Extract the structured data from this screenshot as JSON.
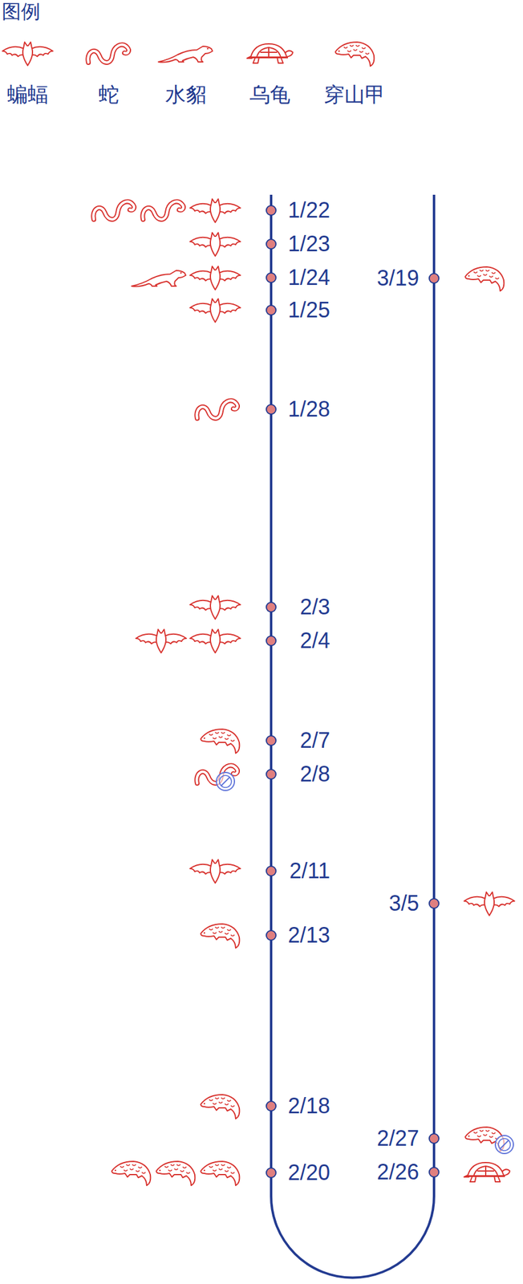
{
  "diagram": {
    "labels": [
      "图例",
      "1/22",
      "1/23",
      "1/24",
      "3/19",
      "1/25",
      "1/28",
      "2/3",
      "2/4",
      "2/7",
      "2/8",
      "2/11",
      "3/5",
      "2/13",
      "2/18",
      "2/27",
      "2/20",
      "2/26"
    ],
    "legend": [
      {
        "text": "蝙蝠"
      },
      {
        "text": "蛇"
      },
      {
        "text": "水貂"
      },
      {
        "text": "乌龟"
      },
      {
        "text": "穿山甲"
      }
    ]
  }
}
